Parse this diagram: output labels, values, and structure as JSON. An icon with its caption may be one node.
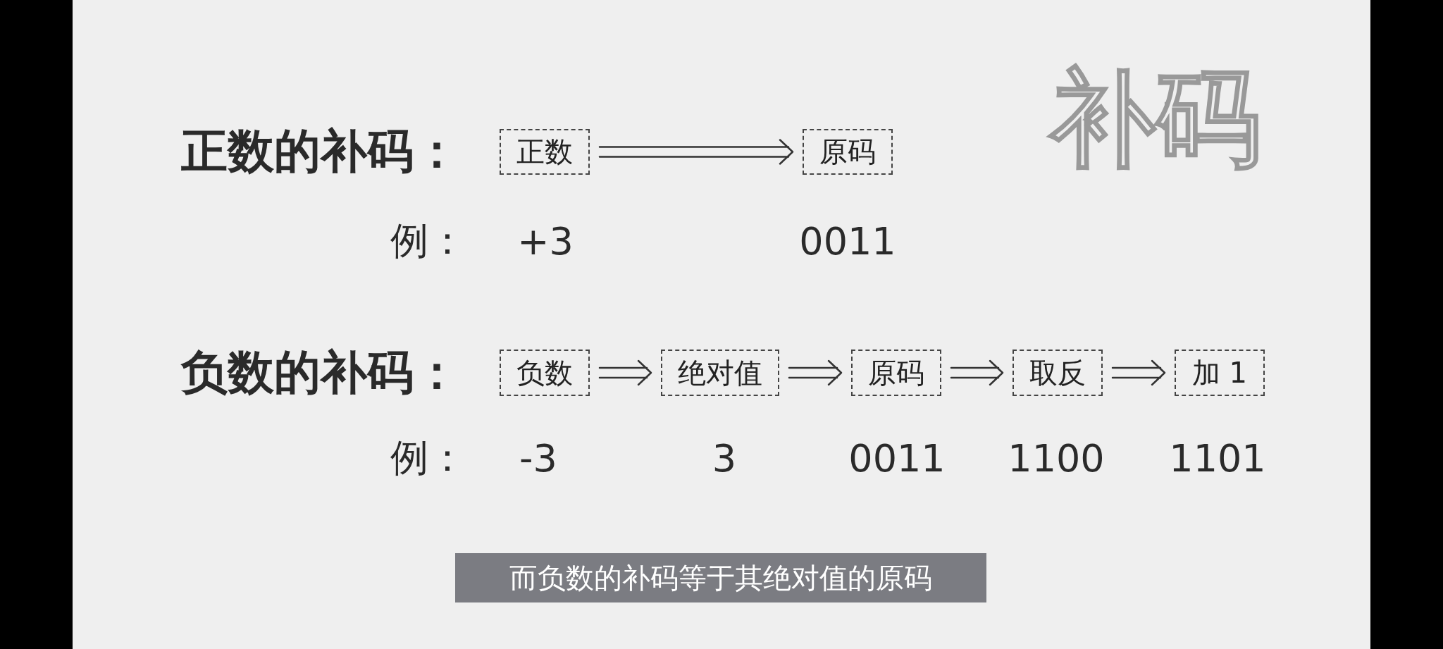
{
  "diagram": {
    "title": "补码",
    "caption": "而负数的补码等于其绝对值的原码",
    "nodes": [
      {
        "text": [
          "正数"
        ]
      },
      {
        "text": [
          "原码"
        ]
      },
      {
        "text": [
          "负数"
        ]
      },
      {
        "text": [
          "绝对值"
        ]
      },
      {
        "text": [
          "原码"
        ]
      },
      {
        "text": [
          "取反"
        ]
      },
      {
        "text": [
          "加 1"
        ]
      }
    ],
    "edges": [
      {
        "from": 0,
        "to": 1,
        "arrow": "to"
      },
      {
        "from": 2,
        "to": 3,
        "arrow": "to"
      },
      {
        "from": 3,
        "to": 4,
        "arrow": "to"
      },
      {
        "from": 4,
        "to": 5,
        "arrow": "to"
      },
      {
        "from": 5,
        "to": 6,
        "arrow": "to"
      }
    ],
    "labels": [
      "正数的补码：",
      "例：",
      "+3",
      "0011",
      "负数的补码：",
      "例：",
      "-3",
      "3",
      "0011",
      "1100",
      "1101"
    ]
  }
}
